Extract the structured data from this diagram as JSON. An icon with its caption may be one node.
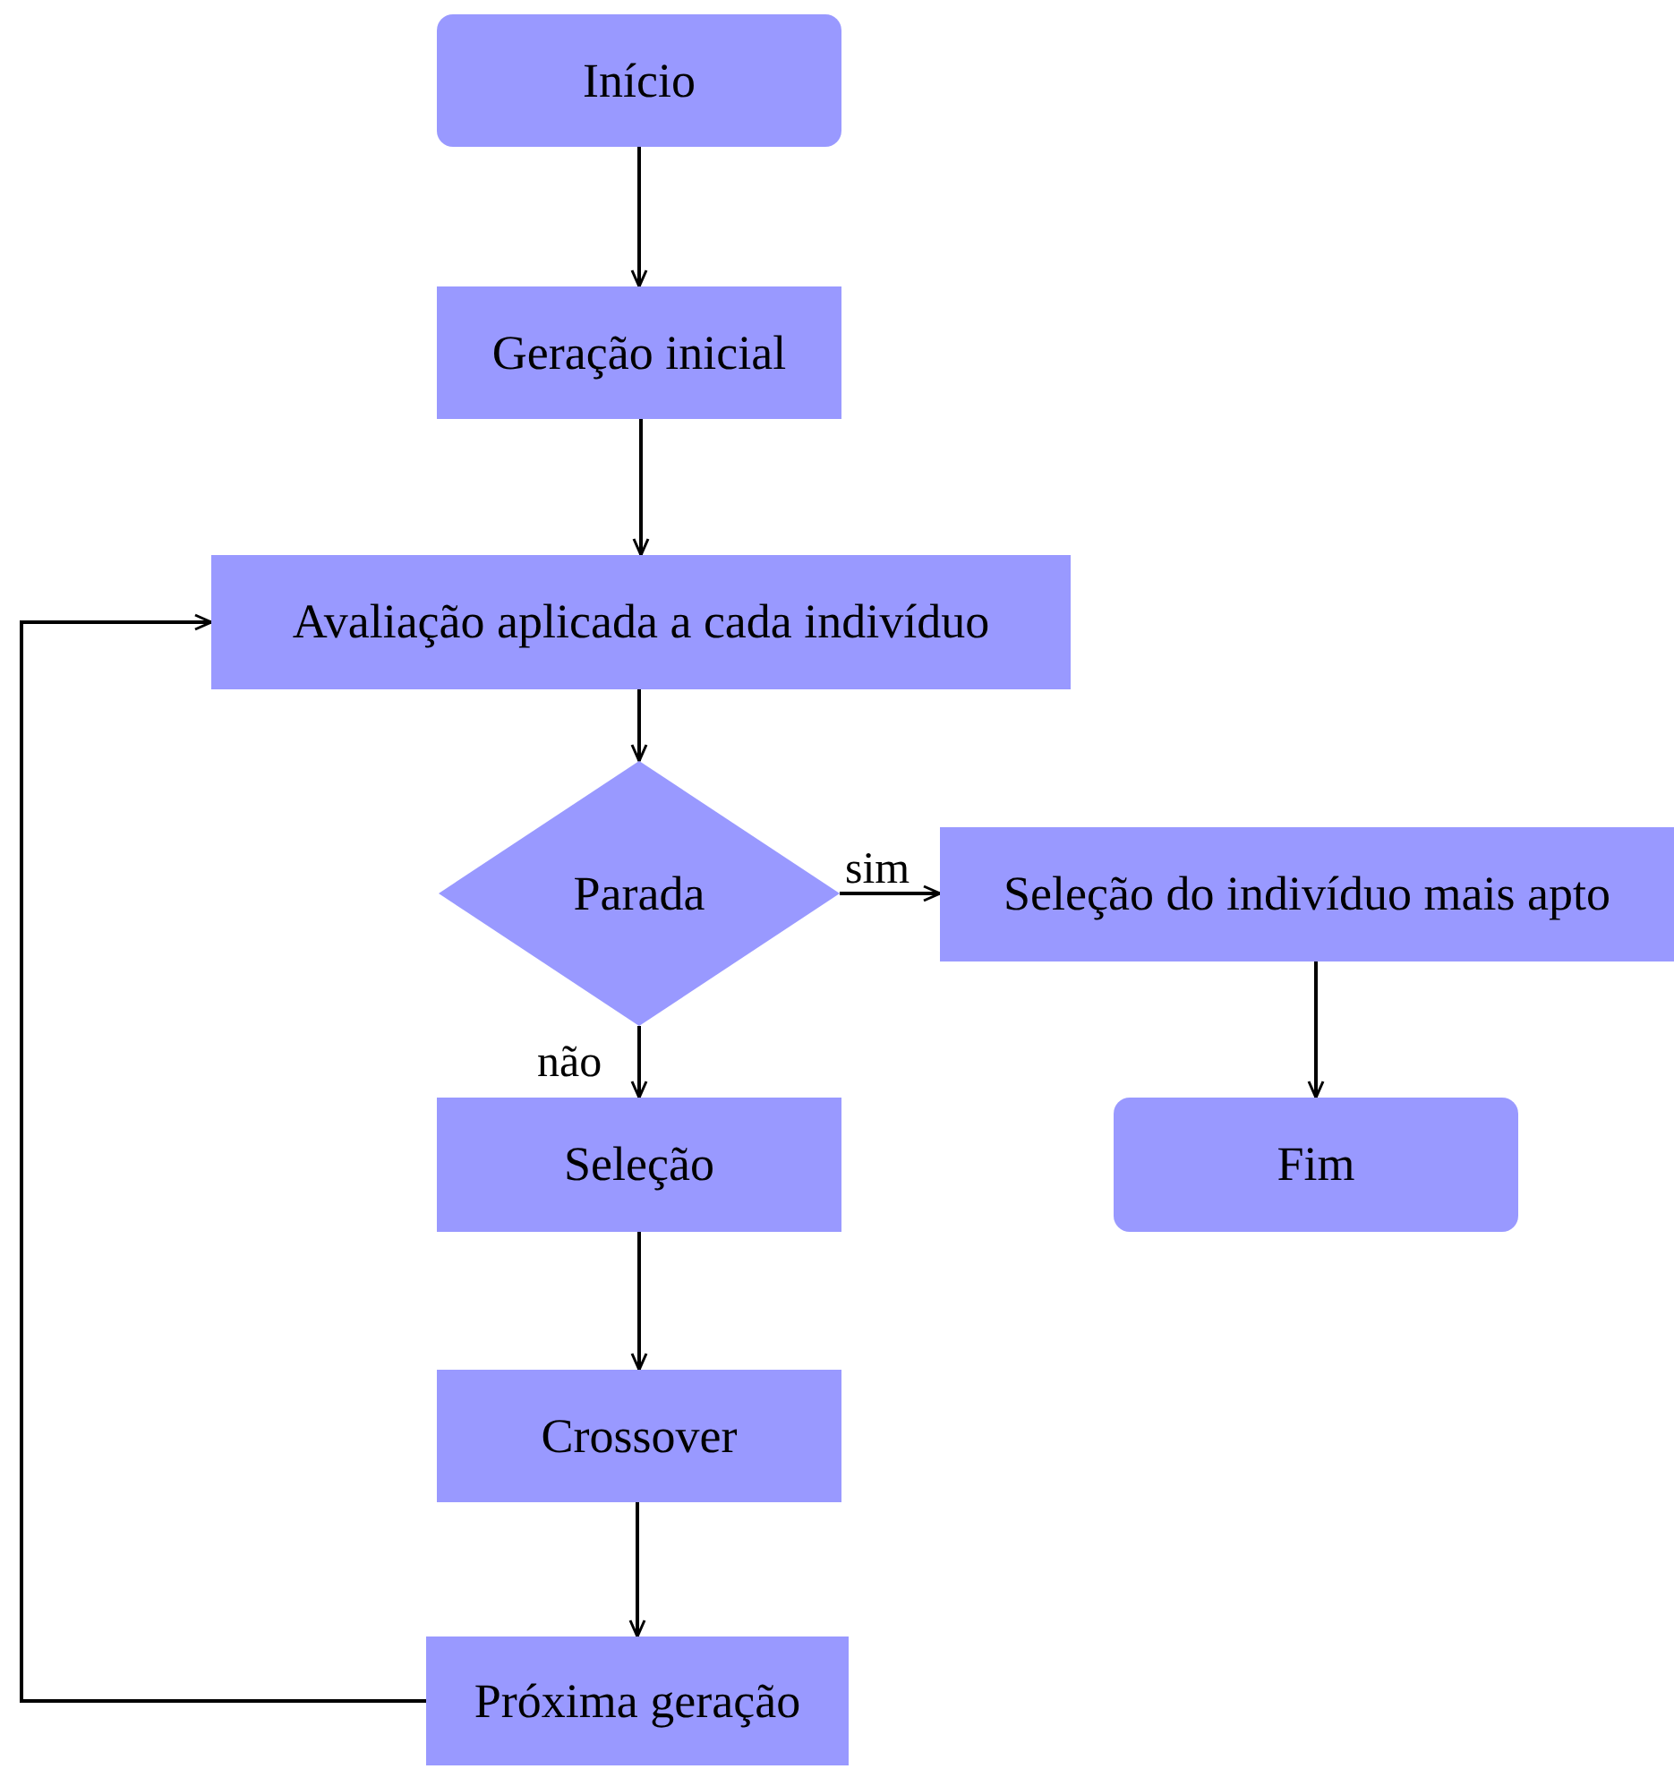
{
  "diagram": {
    "nodes": [
      {
        "text": [
          "Início"
        ]
      },
      {
        "text": [
          "Geração inicial"
        ]
      },
      {
        "text": [
          "Avaliação aplicada a cada indivíduo"
        ]
      },
      {
        "text": [
          "Parada"
        ]
      },
      {
        "text": [
          "Seleção do indivíduo mais apto"
        ]
      },
      {
        "text": [
          "Seleção"
        ]
      },
      {
        "text": [
          "Fim"
        ]
      },
      {
        "text": [
          "Crossover"
        ]
      },
      {
        "text": [
          "Próxima geração"
        ]
      }
    ],
    "edges": [
      {
        "from": 0,
        "to": 1,
        "arrow": "to"
      },
      {
        "from": 1,
        "to": 2,
        "arrow": "to"
      },
      {
        "from": 2,
        "to": 3,
        "arrow": "to"
      },
      {
        "from": 3,
        "to": 4,
        "arrow": "to",
        "label": "sim"
      },
      {
        "from": 3,
        "to": 5,
        "arrow": "to",
        "label": "não"
      },
      {
        "from": 4,
        "to": 6,
        "arrow": "to"
      },
      {
        "from": 5,
        "to": 7,
        "arrow": "to"
      },
      {
        "from": 7,
        "to": 8,
        "arrow": "to"
      },
      {
        "from": 8,
        "to": 2,
        "arrow": "to"
      }
    ]
  }
}
